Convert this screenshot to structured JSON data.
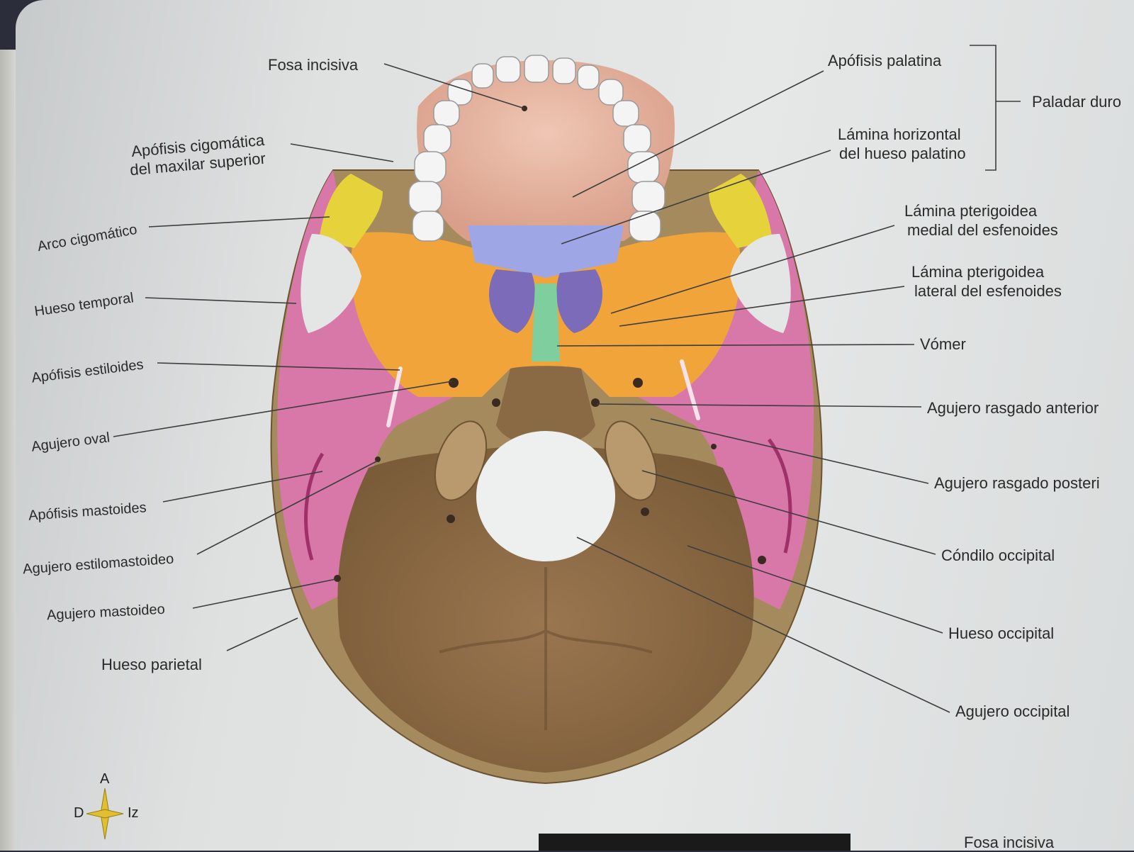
{
  "labels": {
    "fosa_incisiva": "Fosa incisiva",
    "apofisis_cigomatica": [
      "Apófisis cigomática",
      "del maxilar superior"
    ],
    "arco_cigomatico": "Arco cigomático",
    "hueso_temporal": "Hueso temporal",
    "apofisis_estiloides": "Apófisis estiloides",
    "agujero_oval": "Agujero oval",
    "apofisis_mastoides": "Apófisis mastoides",
    "agujero_estilomastoideo": "Agujero estilomastoideo",
    "agujero_mastoideo": "Agujero mastoideo",
    "hueso_parietal": "Hueso parietal",
    "apofisis_palatina": "Apófisis palatina",
    "lamina_horizontal": [
      "Lámina horizontal",
      "del hueso palatino"
    ],
    "paladar_duro": "Paladar duro",
    "lamina_pterigoidea_medial": [
      "Lámina pterigoidea",
      "medial del esfenoides"
    ],
    "lamina_pterigoidea_lateral": [
      "Lámina pterigoidea",
      "lateral del esfenoides"
    ],
    "vomer": "Vómer",
    "agujero_rasgado_anterior": "Agujero rasgado anterior",
    "agujero_rasgado_posterior": "Agujero rasgado posteri",
    "condilo_occipital": "Cóndilo occipital",
    "hueso_occipital": "Hueso occipital",
    "agujero_occipital": "Agujero occipital"
  },
  "compass": {
    "anterior": "A",
    "right": "D",
    "left": "Iz"
  },
  "footer_text": "Fosa incisiva",
  "colors": {
    "occipital": "#8a6a44",
    "temporal": "#d77aa6",
    "sphenoid": "#f0a43a",
    "zygomatic": "#e6d23a",
    "palatine": "#9ea6e6",
    "vomer": "#7fcf9e",
    "maxilla": "#e7b4a0",
    "teeth": "#f2f2f2"
  }
}
